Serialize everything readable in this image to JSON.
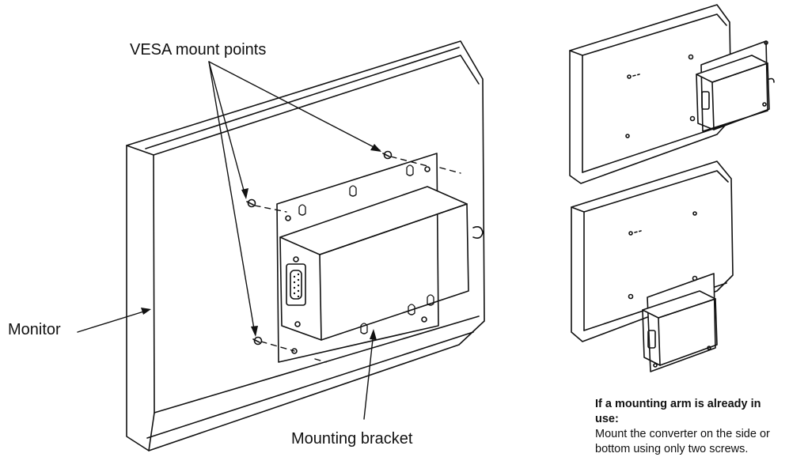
{
  "labels": {
    "vesa": "VESA mount points",
    "monitor": "Monitor",
    "bracket": "Mounting bracket"
  },
  "note": {
    "title": "If a mounting arm is already in use:",
    "line1": "Mount the converter on the side or",
    "line2": "bottom using only two screws."
  }
}
